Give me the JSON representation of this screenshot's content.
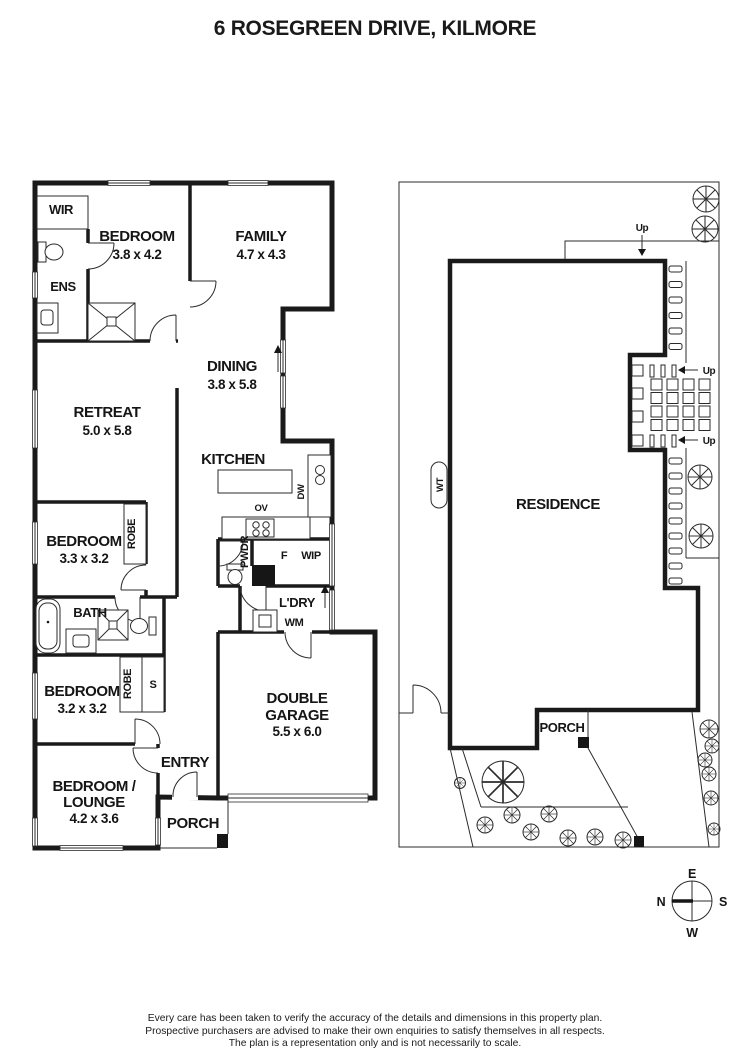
{
  "title": "6 ROSEGREEN DRIVE, KILMORE",
  "colors": {
    "wall": "#1a1a1a",
    "line": "#2b2b2b"
  },
  "floor_plan": {
    "wir": {
      "label": "WIR"
    },
    "bedroom1": {
      "label": "BEDROOM",
      "dims": "3.8 x 4.2"
    },
    "family": {
      "label": "FAMILY",
      "dims": "4.7 x 4.3"
    },
    "ens": {
      "label": "ENS"
    },
    "dining": {
      "label": "DINING",
      "dims": "3.8 x 5.8"
    },
    "retreat": {
      "label": "RETREAT",
      "dims": "5.0 x 5.8"
    },
    "kitchen": {
      "label": "KITCHEN",
      "ov": "OV",
      "dw": "DW"
    },
    "bedroom2": {
      "label": "BEDROOM",
      "dims": "3.3 x 3.2",
      "robe": "ROBE"
    },
    "pwdr": {
      "label": "PWDR"
    },
    "fridge": {
      "label": "F"
    },
    "wip": {
      "label": "WIP"
    },
    "bath": {
      "label": "BATH"
    },
    "ldry": {
      "label": "L'DRY",
      "wm": "WM"
    },
    "bedroom3": {
      "label": "BEDROOM",
      "dims": "3.2 x 3.2",
      "robe": "ROBE",
      "store": "S"
    },
    "entry": {
      "label": "ENTRY"
    },
    "bedlounge": {
      "line1": "BEDROOM /",
      "line2": "LOUNGE",
      "dims": "4.2 x 3.6"
    },
    "porch": {
      "label": "PORCH"
    },
    "garage": {
      "line1": "DOUBLE",
      "line2": "GARAGE",
      "dims": "5.5 x 6.0"
    }
  },
  "site_plan": {
    "residence": {
      "label": "RESIDENCE"
    },
    "porch": {
      "label": "PORCH"
    },
    "water_tank": {
      "label": "WT"
    },
    "up1": {
      "label": "Up"
    },
    "up2": {
      "label": "Up"
    },
    "up3": {
      "label": "Up"
    }
  },
  "compass": {
    "n": "N",
    "e": "E",
    "s": "S",
    "w": "W"
  },
  "disclaimer": {
    "line1": "Every care has been taken to verify the accuracy of the details and dimensions in this property plan.",
    "line2": "Prospective purchasers are advised to make their own enquiries to satisfy themselves in all respects.",
    "line3": "The plan is a representation only and is not necessarily to scale."
  }
}
